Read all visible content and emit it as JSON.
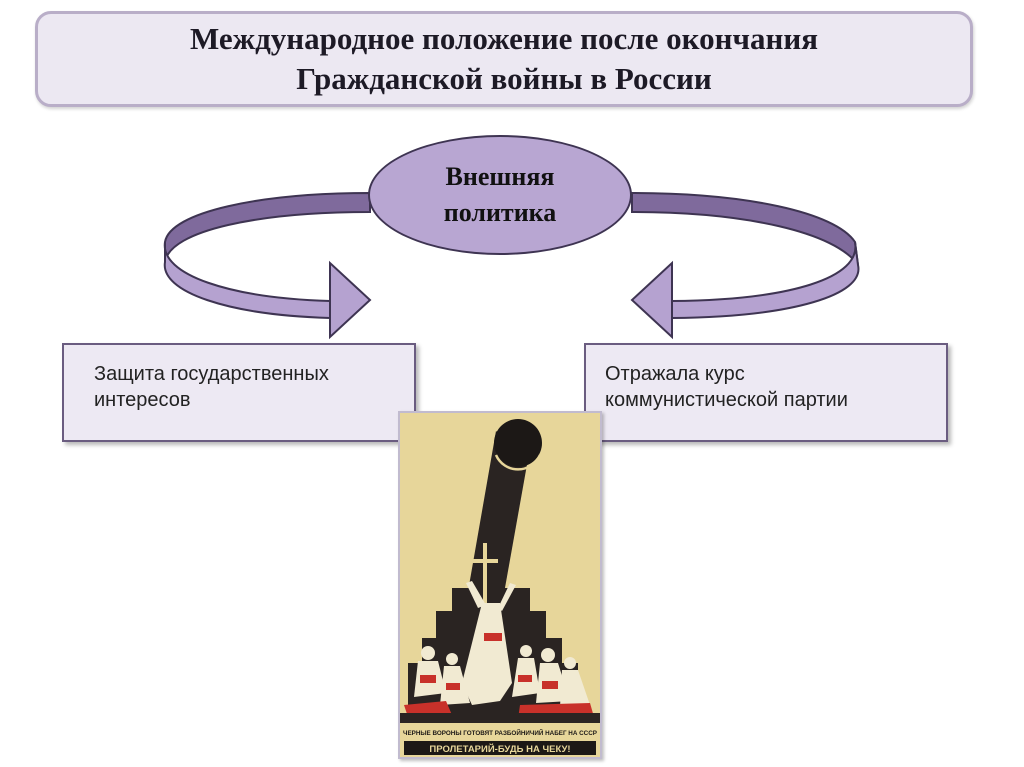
{
  "title": {
    "line1": "Международное положение после окончания",
    "line2": "Гражданской войны в России"
  },
  "center": {
    "line1": "Внешняя",
    "line2": "политика"
  },
  "left_box": {
    "line1": "Защита государственных",
    "line2": "интересов"
  },
  "right_box": {
    "line1": "Отражала курс",
    "line2": "коммунистической партии"
  },
  "poster": {
    "caption_line1": "ЧЕРНЫЕ ВОРОНЫ ГОТОВЯТ РАЗБОЙНИЧИЙ НАБЕГ НА СССР",
    "caption_line2": "ПРОЛЕТАРИЙ-БУДЬ НА ЧЕКУ!"
  },
  "colors": {
    "accent": "#9d8ab8",
    "ellipse_fill": "#b8a6d2",
    "box_fill": "#ede9f3",
    "poster_bg": "#e7d69a",
    "poster_red": "#c8312a"
  }
}
